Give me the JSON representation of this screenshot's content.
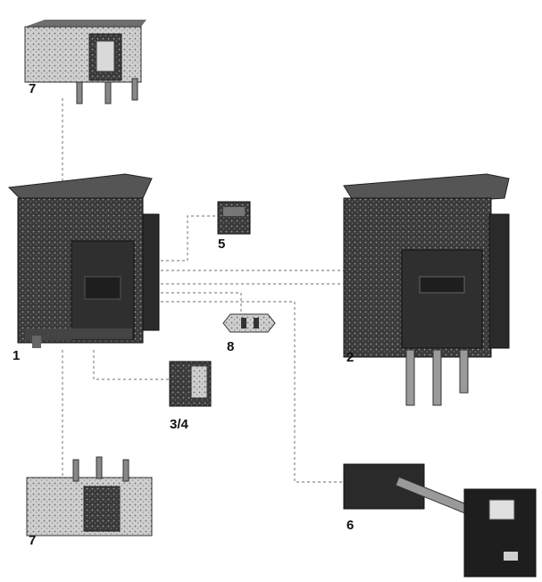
{
  "labels": {
    "top_cover": "7",
    "main_contactor": "1",
    "aux_contact_block": "5",
    "linking_piece": "8",
    "second_contactor": "2",
    "aux_contact_front": "3/4",
    "bottom_cover": "7",
    "handle": "6"
  },
  "colors": {
    "body": "#2a2a2a",
    "body_light": "#bdbdbd",
    "dash": "#8a8a8a",
    "label": "#111111"
  }
}
